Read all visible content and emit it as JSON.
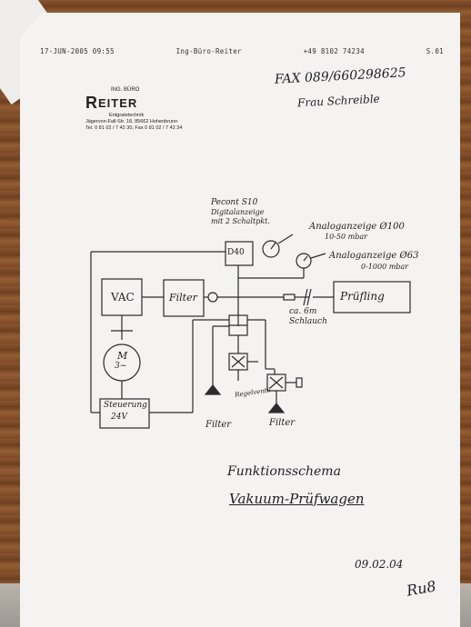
{
  "fax_header": {
    "datetime": "17-JUN-2005 09:55",
    "sender": "Ing-Büro-Reiter",
    "phone": "+49 8102 74234",
    "page": "S.01"
  },
  "letterhead": {
    "subtitle": "ING. BÜRO",
    "brand_initial": "R",
    "brand_rest": "EITER",
    "tagline": "Entgratetechnik",
    "address": "Jägervon-Fall-Str. 18, 85662 Hohenbrunn",
    "contact": "Tel. 0 81 02 / 7 42 30, Fax 0 81 02 / 7 42 34"
  },
  "handwritten": {
    "fax_number": "FAX 089/660298625",
    "recipient": "Frau Schreible",
    "title_line1": "Funktionsschema",
    "title_line2": "Vakuum-Prüfwagen",
    "date": "09.02.04",
    "signature": "Ru8"
  },
  "diagram": {
    "digital_display_title": "Pecont S10",
    "digital_display_line2": "Digitalanzeige",
    "digital_display_line3": "mit 2 Schaltpkt.",
    "digital_display_box": "D40",
    "analog_gauge_100": "Analoganzeige Ø100",
    "analog_gauge_100_range": "10-50 mbar",
    "analog_gauge_63": "Analoganzeige Ø63",
    "analog_gauge_63_range": "0-1000 mbar",
    "vac_box": "VAC",
    "filter_box": "Filter",
    "motor_box_line1": "M",
    "motor_box_line2": "3~",
    "control_box_line1": "Steuerung",
    "control_box_line2": "24V",
    "specimen_box": "Prüfling",
    "hose_label_line1": "ca. 6m",
    "hose_label_line2": "Schlauch",
    "valve_label": "Regelventil",
    "filter_label_left": "Filter",
    "filter_label_right": "Filter"
  }
}
